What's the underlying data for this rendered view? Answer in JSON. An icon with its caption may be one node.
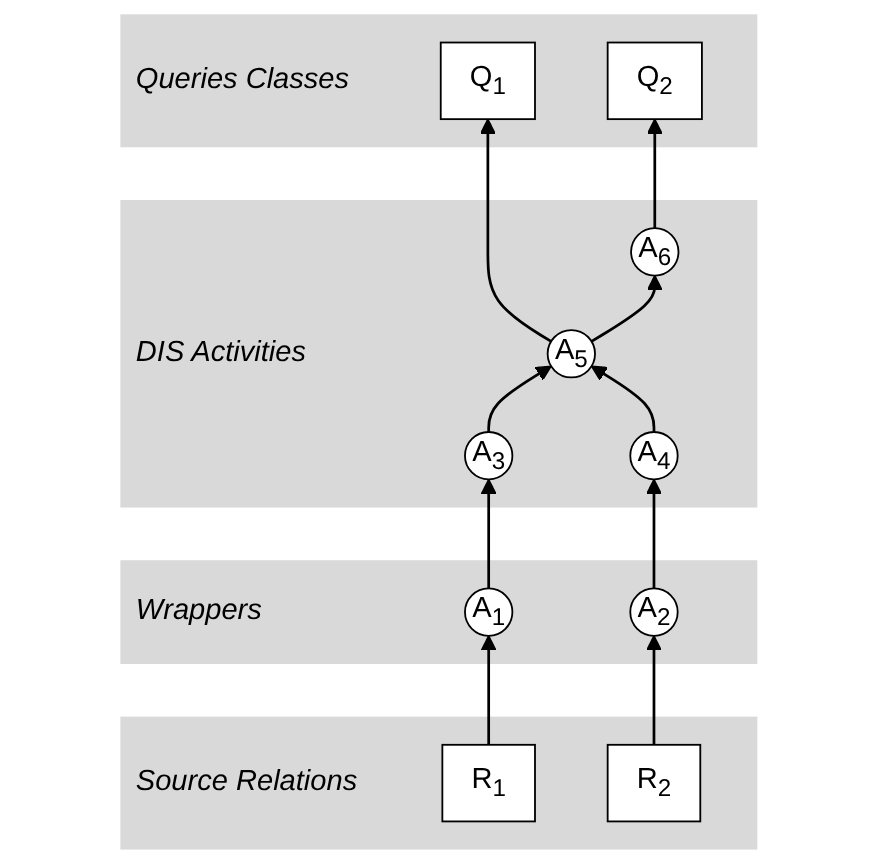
{
  "diagram": {
    "nodes": [
      {
        "text": [
          "Queries Classes"
        ]
      },
      {
        "text": [
          "Q$_{1}$"
        ],
        "in": 0
      },
      {
        "text": [
          "Q$_{2}$"
        ],
        "in": 0
      },
      {
        "text": [
          "DIS Activities"
        ]
      },
      {
        "text": [
          "A$_{6}$"
        ],
        "in": 3
      },
      {
        "text": [
          "A$_{5}$"
        ],
        "in": 3
      },
      {
        "text": [
          "A$_{3}$"
        ],
        "in": 3
      },
      {
        "text": [
          "A$_{4}$"
        ],
        "in": 3
      },
      {
        "text": [
          "Wrappers"
        ]
      },
      {
        "text": [
          "A$_{1}$"
        ],
        "in": 8
      },
      {
        "text": [
          "A$_{2}$"
        ],
        "in": 8
      },
      {
        "text": [
          "Source Relations"
        ]
      },
      {
        "text": [
          "R$_{1}$"
        ],
        "in": 11
      },
      {
        "text": [
          "R$_{2}$"
        ],
        "in": 11
      }
    ],
    "edges": [
      {
        "from": 12,
        "to": 9,
        "arrow": "to"
      },
      {
        "from": 13,
        "to": 10,
        "arrow": "to"
      },
      {
        "from": 9,
        "to": 6,
        "arrow": "to"
      },
      {
        "from": 10,
        "to": 7,
        "arrow": "to"
      },
      {
        "from": 6,
        "to": 5,
        "arrow": "to"
      },
      {
        "from": 7,
        "to": 5,
        "arrow": "to"
      },
      {
        "from": 5,
        "to": 1,
        "arrow": "to"
      },
      {
        "from": 5,
        "to": 4,
        "arrow": "to"
      },
      {
        "from": 4,
        "to": 2,
        "arrow": "to"
      }
    ]
  }
}
